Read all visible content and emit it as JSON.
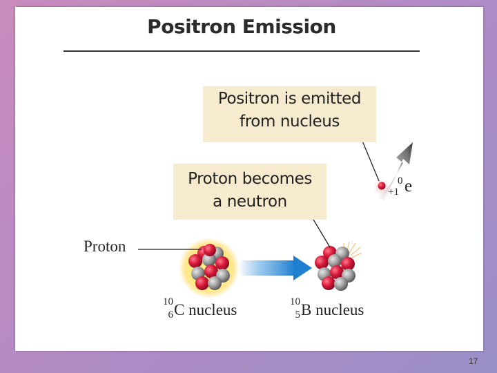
{
  "slide": {
    "title": "Positron Emission",
    "page_number": "17"
  },
  "callouts": {
    "positron": {
      "line1": "Positron is emitted",
      "line2": "from nucleus"
    },
    "proton": {
      "line1": "Proton becomes",
      "line2": "a neutron"
    }
  },
  "labels": {
    "proton": "Proton",
    "carbon": {
      "mass": "10",
      "number": "6",
      "text": "C nucleus"
    },
    "boron": {
      "mass": "10",
      "number": "5",
      "text": "B nucleus"
    },
    "positron": {
      "mass": "0",
      "number": "+1",
      "symbol": "e"
    }
  },
  "colors": {
    "proton": "#d8193a",
    "neutron": "#9a9a9a",
    "callout_bg": "#f6ebcf",
    "arrow_blue": "#2f8fd8"
  }
}
